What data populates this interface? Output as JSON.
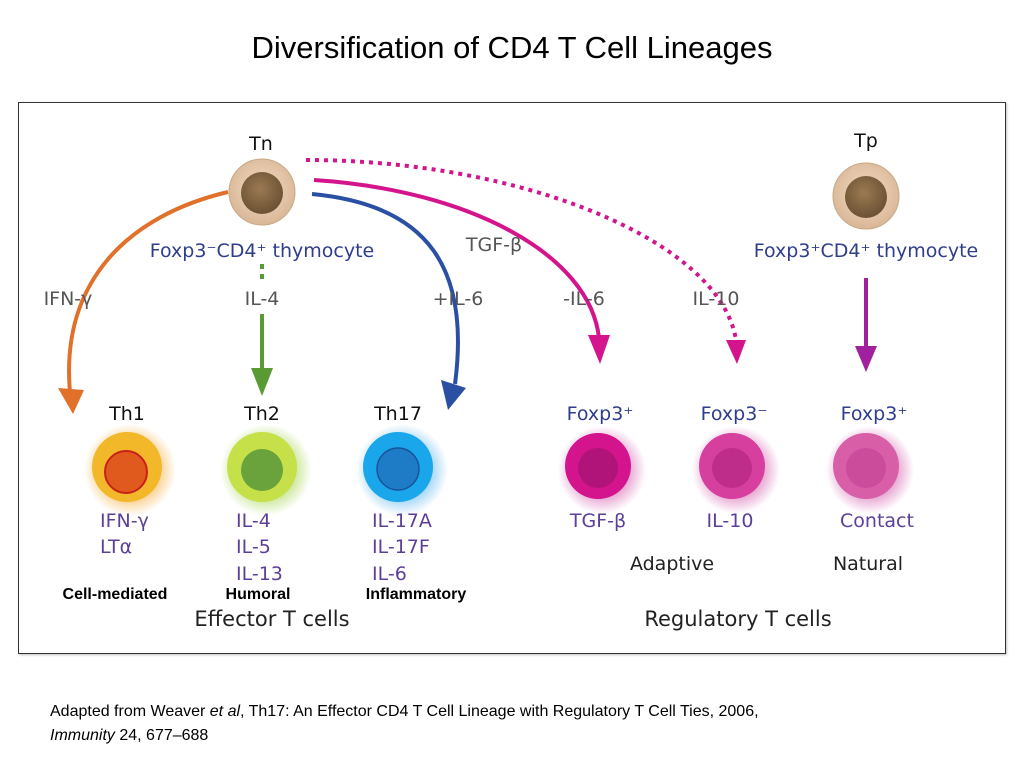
{
  "title": "Diversification of CD4 T Cell Lineages",
  "figure": {
    "tn": {
      "name": "Tn",
      "desc": "Foxp3⁻CD4⁺ thymocyte"
    },
    "tp": {
      "name": "Tp",
      "desc": "Foxp3⁺CD4⁺ thymocyte"
    },
    "signals": {
      "ifng": "IFN-γ",
      "il4": "IL-4",
      "tgfb": "TGF-β",
      "plus_il6": "+IL-6",
      "minus_il6": "-IL-6",
      "il10": "IL-10"
    },
    "cells": {
      "th1": {
        "name": "Th1",
        "products": [
          "IFN-γ",
          "LTα"
        ],
        "caption": "Cell-mediated",
        "color": "#e86a1a"
      },
      "th2": {
        "name": "Th2",
        "products": [
          "IL-4",
          "IL-5",
          "IL-13"
        ],
        "caption": "Humoral",
        "color": "#8cc63f"
      },
      "th17": {
        "name": "Th17",
        "products": [
          "IL-17A",
          "IL-17F",
          "IL-6"
        ],
        "caption": "Inflammatory",
        "color": "#1b9be0"
      },
      "treg_adaptive_pos": {
        "name": "Foxp3⁺",
        "products": [
          "TGF-β"
        ],
        "color": "#d4148c"
      },
      "treg_adaptive_neg": {
        "name": "Foxp3⁻",
        "products": [
          "IL-10"
        ],
        "color": "#d63f9e"
      },
      "treg_natural": {
        "name": "Foxp3⁺",
        "products": [
          "Contact"
        ],
        "color": "#d85ea8"
      }
    },
    "group_labels": {
      "adaptive": "Adaptive",
      "natural": "Natural",
      "effector": "Effector T cells",
      "regulatory": "Regulatory T cells"
    }
  },
  "citation": {
    "prefix": "Adapted from Weaver ",
    "etal": "et al",
    "middle": ", Th17: An Effector CD4 T Cell Lineage with Regulatory T Cell Ties, 2006,",
    "journal": "Immunity",
    "suffix": " 24, 677–688"
  }
}
